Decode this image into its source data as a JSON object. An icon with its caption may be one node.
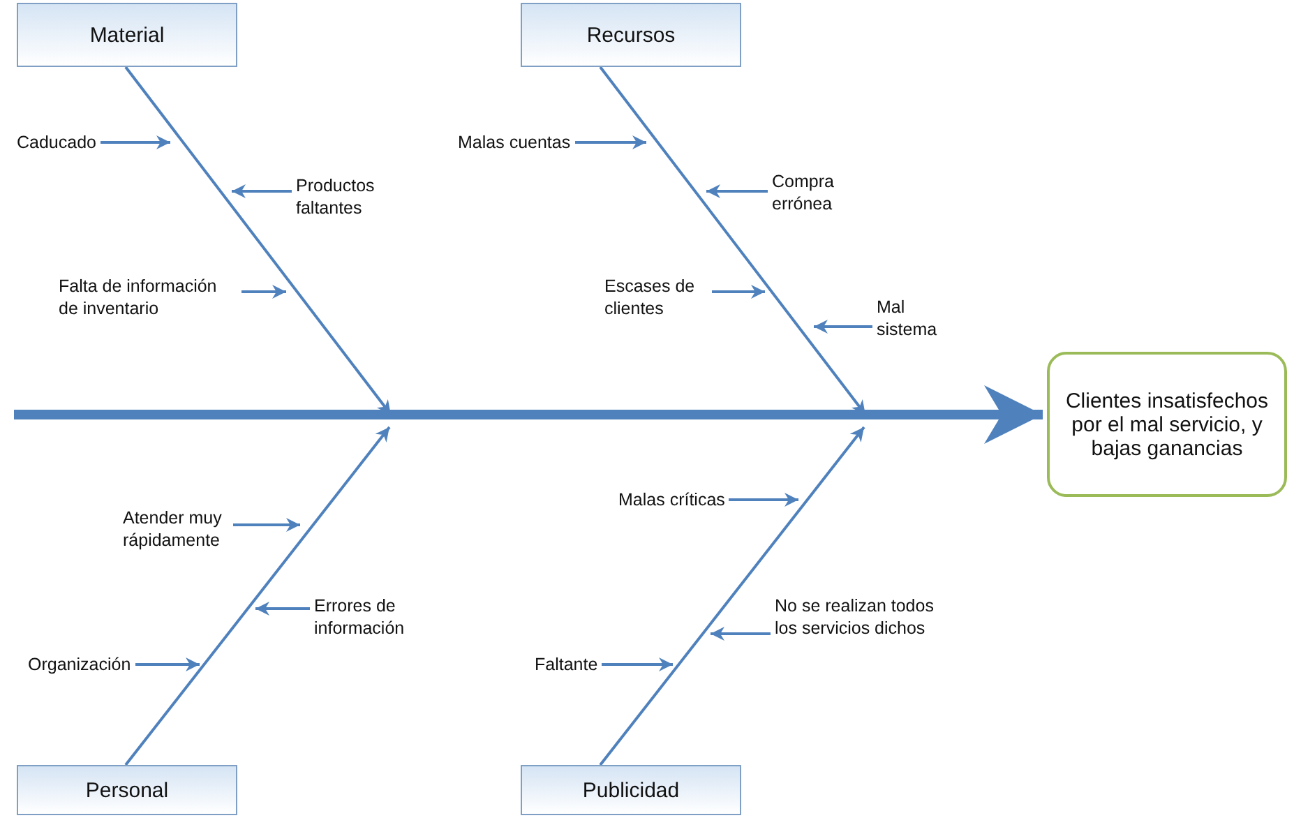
{
  "diagram": {
    "nodes": [
      {
        "text": [
          "Material"
        ]
      },
      {
        "text": [
          "Recursos"
        ]
      },
      {
        "text": [
          "Personal"
        ]
      },
      {
        "text": [
          "Publicidad"
        ]
      },
      {
        "text": [
          "Clientes insatisfechos por el mal servicio, y bajas ganancias"
        ]
      },
      {
        "text": [
          "Caducado"
        ]
      },
      {
        "text": [
          "Productos faltantes"
        ]
      },
      {
        "text": [
          "Falta de información de inventario"
        ]
      },
      {
        "text": [
          "Malas cuentas"
        ]
      },
      {
        "text": [
          "Compra errónea"
        ]
      },
      {
        "text": [
          "Escases de clientes"
        ]
      },
      {
        "text": [
          "Mal sistema"
        ]
      },
      {
        "text": [
          "Atender muy rápidamente"
        ]
      },
      {
        "text": [
          "Errores de información"
        ]
      },
      {
        "text": [
          "Organización"
        ]
      },
      {
        "text": [
          "Malas críticas"
        ]
      },
      {
        "text": [
          "No se realizan todos los servicios dichos"
        ]
      },
      {
        "text": [
          "Faltante"
        ]
      }
    ],
    "edges": [
      {
        "from": 0,
        "to": null,
        "arrow": "to"
      },
      {
        "from": 1,
        "to": null,
        "arrow": "to"
      },
      {
        "from": 2,
        "to": null,
        "arrow": "to"
      },
      {
        "from": 3,
        "to": null,
        "arrow": "to"
      },
      {
        "from": null,
        "to": 4,
        "arrow": "to",
        "style": "thick"
      },
      {
        "from": 5,
        "to": null,
        "arrow": "to"
      },
      {
        "from": 6,
        "to": null,
        "arrow": "to"
      },
      {
        "from": 7,
        "to": null,
        "arrow": "to"
      },
      {
        "from": 8,
        "to": null,
        "arrow": "to"
      },
      {
        "from": 9,
        "to": null,
        "arrow": "to"
      },
      {
        "from": 10,
        "to": null,
        "arrow": "to"
      },
      {
        "from": 11,
        "to": null,
        "arrow": "to"
      },
      {
        "from": 12,
        "to": null,
        "arrow": "to"
      },
      {
        "from": 13,
        "to": null,
        "arrow": "to"
      },
      {
        "from": 14,
        "to": null,
        "arrow": "to"
      },
      {
        "from": 15,
        "to": null,
        "arrow": "to"
      },
      {
        "from": 16,
        "to": null,
        "arrow": "to"
      },
      {
        "from": 17,
        "to": null,
        "arrow": "to"
      }
    ]
  }
}
